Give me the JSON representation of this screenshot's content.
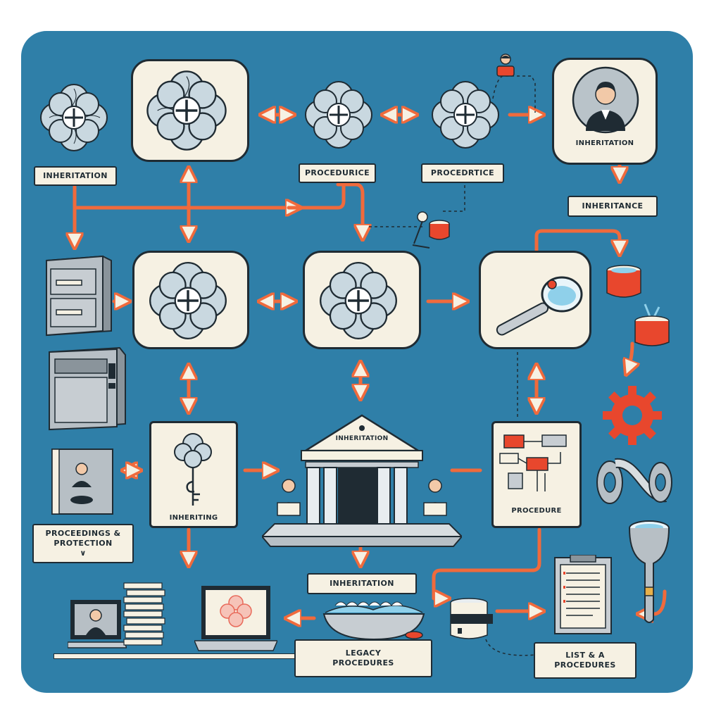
{
  "colors": {
    "board": "#2f7fa8",
    "card": "#f6f1e3",
    "ink": "#1f2b33",
    "arrow": "#f06a3c",
    "accent": "#e8472d",
    "metal": "#9aa3aa"
  },
  "labels": {
    "inheritation_left": "INHERITATION",
    "procedure_top": "PROCEDURICE",
    "procedure_top_right": "PROCEDRTICE",
    "inheritance_card": "INHERITATION",
    "inheritance_note": "INHERITANCE",
    "inheriting_card": "INHERITING",
    "temple": "INHERITATION",
    "procedure_card": "PROCEDURE",
    "proceedings_line1": "PROCEEDINGS &",
    "proceedings_line2": "PROTECTION",
    "inheritation_bottom": "INHERITATION",
    "legacy_line1": "LEGACY",
    "legacy_line2": "PROCEDURES",
    "list_line1": "LIST & A",
    "list_line2": "PROCEDURES"
  }
}
